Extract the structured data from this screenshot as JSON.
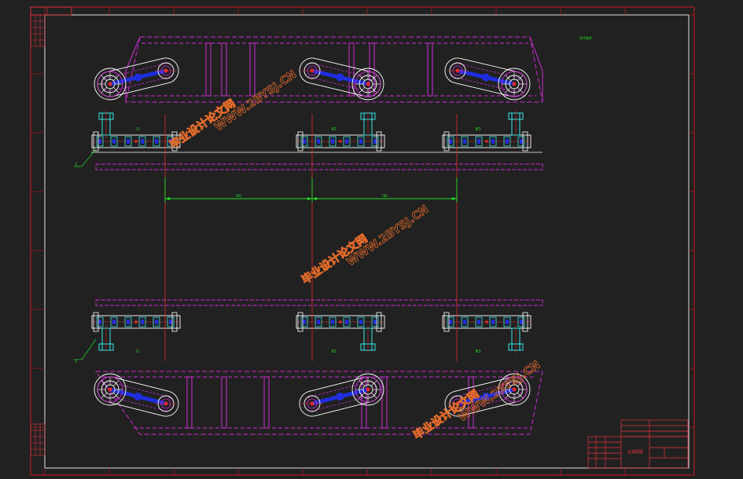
{
  "drawing": {
    "frame_color": "#d0191f",
    "frame_strip_color": "#e7343b",
    "outline_color": "#ffffff",
    "part_outline_color": "#cf2ad6",
    "hidden_line_color": "#c02bd0",
    "shaft_color": "#38e7e7",
    "gear_color": "#1f2ee0",
    "dimension_color": "#22e022",
    "center_line_color": "#e72828",
    "notes_color": "#22e022",
    "leader_color": "#1ed52a"
  },
  "title_strip_text": "",
  "notes": {
    "heading": "技术要求",
    "lines": [
      "",
      "",
      "",
      ""
    ]
  },
  "dimensions": {
    "span_left": "780",
    "span_right": "780"
  },
  "part_labels": {
    "top_callout": "2",
    "bottom_callout": "1",
    "top_row": [
      "Ⅰ1",
      "Ⅱ2",
      "Ⅲ3"
    ],
    "bottom_row": [
      "Ⅰ1",
      "Ⅱ2",
      "Ⅲ3"
    ]
  },
  "title_block": {
    "drawing_name": "总装配图",
    "drawing_number": "",
    "scale_text": "",
    "material_text": ""
  },
  "watermarks": [
    {
      "cn": "毕业设计论文网",
      "url": "WWW.2BYSJ.CN"
    },
    {
      "cn": "毕业设计论文网",
      "url": "WWW.2BYSJ.CN"
    },
    {
      "cn": "毕业设计论文网",
      "url": "WWW.2BYSJ.CN"
    }
  ]
}
